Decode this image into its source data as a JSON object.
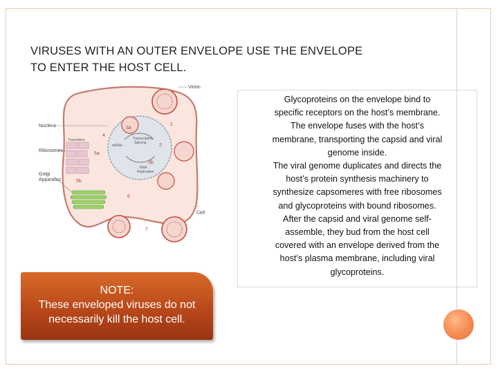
{
  "title": {
    "line1": "VIRUSES WITH AN OUTER ENVELOPE USE THE ENVELOPE",
    "line2": "TO ENTER THE HOST CELL."
  },
  "diagram": {
    "labels": {
      "virion": "Virion",
      "nucleus": "Nucleus",
      "ribosomes": "Ribosomes",
      "golgi1": "Golgi",
      "golgi2": "Apparatus",
      "cell": "Cell",
      "translation": "Translation",
      "transcription1": "Transcription",
      "transcription2": "Splicing",
      "mrna": "mRNA",
      "rna_rep1": "RNA",
      "rna_rep2": "Replication"
    },
    "steps": {
      "s1": "1",
      "s2": "2",
      "s3a": "3a",
      "s3b": "3b",
      "s4": "4",
      "s5a": "5a",
      "s5b": "5b",
      "s6": "6",
      "s7": "7"
    }
  },
  "note": {
    "line1": "NOTE:",
    "line2": "These enveloped viruses do not",
    "line3": "necessarily kill the host cell."
  },
  "explanation": {
    "lines": [
      "Glycoproteins on the envelope bind to",
      "specific receptors on the host’s membrane.",
      "The envelope fuses with the host’s",
      "membrane, transporting the capsid and viral",
      "genome inside.",
      "The viral genome duplicates and directs the",
      "host’s protein synthesis machinery to",
      "synthesize capsomeres with free ribosomes",
      "and glycoproteins with bound ribosomes.",
      "After the capsid and viral genome self-",
      "assemble, they bud from the host cell",
      "covered with an envelope derived from the",
      "host’s plasma membrane, including viral",
      "glycoproteins."
    ]
  },
  "colors": {
    "accent": "#f68a52",
    "note_bg": "#b9481a",
    "frame": "#f0c8b4",
    "cytoplasm": "#fbe6df",
    "membrane": "#c47a6e",
    "virus": "#c84a3c"
  }
}
